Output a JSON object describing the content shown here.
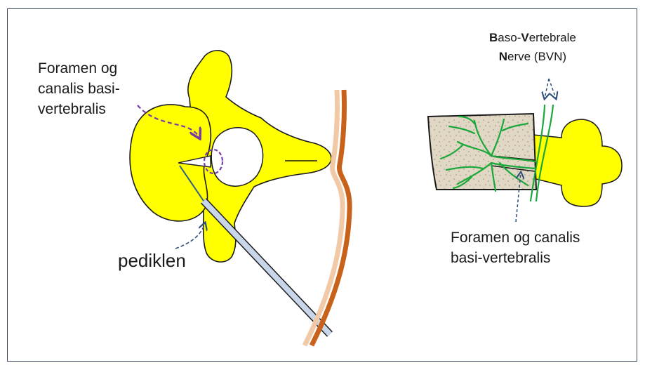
{
  "labels": {
    "foramen_left": [
      "Foramen og",
      "canalis basi-",
      "vertebralis"
    ],
    "pediklen": "pediklen",
    "bvn_line1": {
      "b1": "B",
      "t1": "aso-",
      "b2": "V",
      "t2": "ertebrale"
    },
    "bvn_line2": {
      "b1": "N",
      "t1": "erve  (BVN)"
    },
    "foramen_right": [
      "Foramen og canalis",
      "basi-vertebralis"
    ]
  },
  "colors": {
    "bone": "#ffff00",
    "outline": "#1a1a1a",
    "skin": "#c8621a",
    "skin_light": "#f2c9a6",
    "nerve": "#1aa83a",
    "purple_arrow": "#7a3aa8",
    "needle": "#c9d6ea",
    "spongy": "#e0d7c4"
  }
}
